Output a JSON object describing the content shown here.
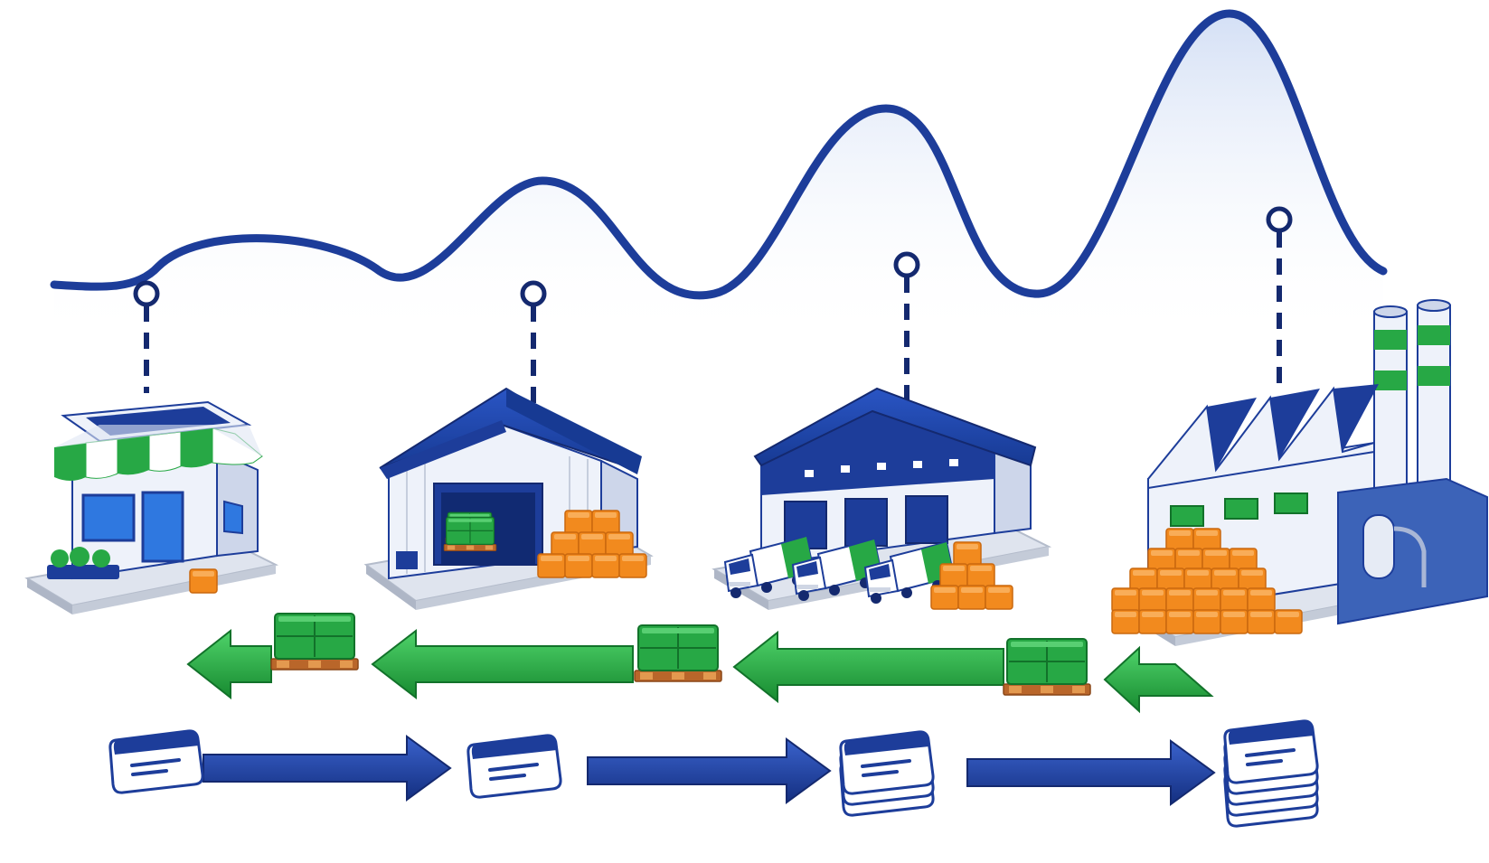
{
  "diagram": {
    "concept": "bullwhip-effect-supply-chain",
    "stages": [
      {
        "id": "retailer",
        "icon": "retail-store-icon"
      },
      {
        "id": "wholesaler",
        "icon": "warehouse-icon"
      },
      {
        "id": "distributor",
        "icon": "distribution-center-icon"
      },
      {
        "id": "manufacturer",
        "icon": "factory-icon"
      }
    ],
    "demand_signal": {
      "description_icon": "demand-wave-line",
      "amplitude_trend": "increasing-upstream"
    },
    "product_flow": {
      "direction": "downstream",
      "icon": "green-pallet-arrow-icon"
    },
    "order_flow": {
      "direction": "upstream",
      "icon": "blue-order-arrow-icon"
    },
    "order_stack_counts": [
      1,
      1,
      3,
      5
    ]
  },
  "colors": {
    "navy": "#1d3d9a",
    "navy_dark": "#14296f",
    "green": "#1f9b3a",
    "green_light": "#3bc25a",
    "orange": "#f28a1e",
    "orange_dark": "#c9680f",
    "wave_fill": "#dde8f8",
    "wall": "#eef2fa",
    "base": "#dfe4ee",
    "pallet": "#b9662a"
  }
}
